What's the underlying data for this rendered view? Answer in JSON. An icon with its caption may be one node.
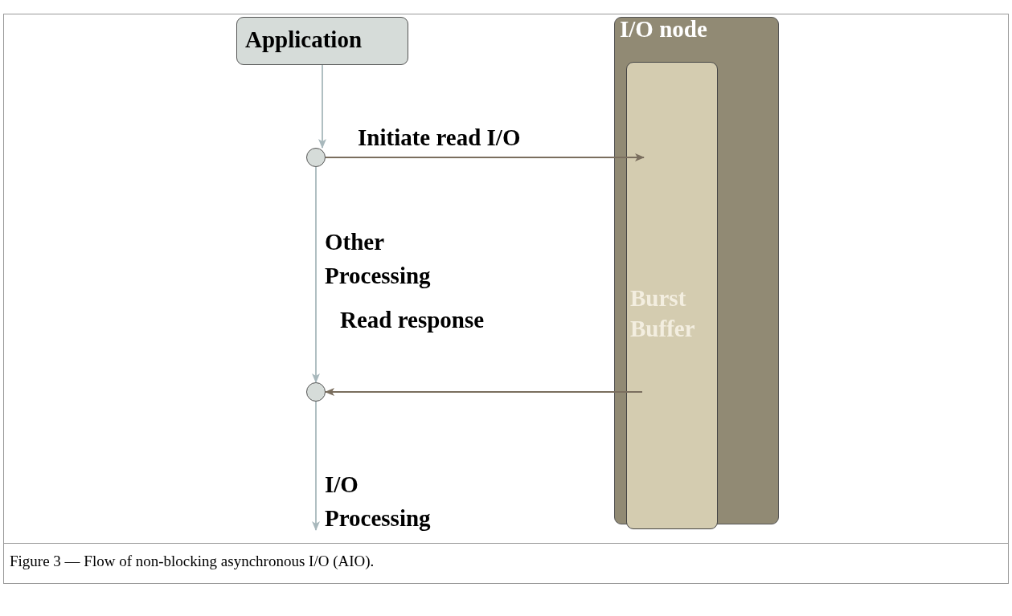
{
  "diagram": {
    "caption": "Figure 3 — Flow of non-blocking asynchronous I/O (AIO).",
    "nodes": [
      {
        "text": [
          "Application"
        ]
      },
      {
        "text": [
          "I/O node"
        ]
      },
      {
        "text": [
          "Burst Buffer"
        ],
        "in": 1
      },
      {
        "text": [],
        "shape": "circle"
      },
      {
        "text": [],
        "shape": "circle"
      }
    ],
    "edges": [
      {
        "from": 0,
        "to": 3,
        "arrow": "to"
      },
      {
        "from": 3,
        "to": 2,
        "arrow": "to",
        "label": "Initiate read I/O",
        "color": "#7a6e5e"
      },
      {
        "from": 3,
        "to": 4,
        "arrow": "to",
        "label": "Other Processing"
      },
      {
        "from": 2,
        "to": 4,
        "arrow": "to",
        "label": "Read response",
        "color": "#7a6e5e"
      },
      {
        "from": 4,
        "to": null,
        "arrow": "to",
        "label": "I/O Processing"
      }
    ]
  }
}
